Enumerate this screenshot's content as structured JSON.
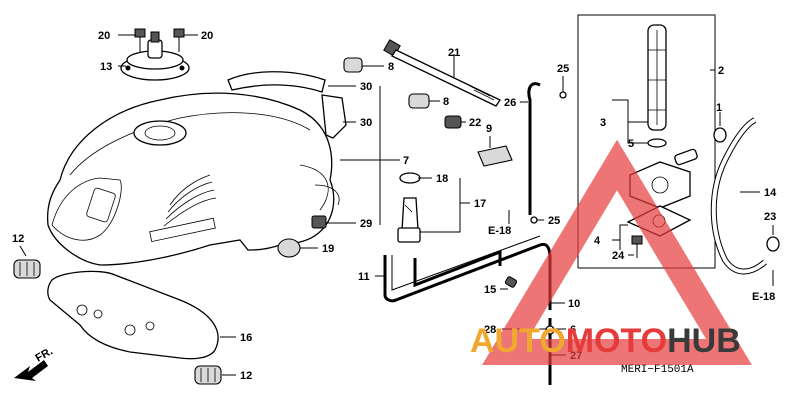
{
  "callouts": {
    "c1": "1",
    "c2": "2",
    "c3": "3",
    "c4": "4",
    "c5": "5",
    "c6": "6",
    "c7": "7",
    "c8a": "8",
    "c8b": "8",
    "c9": "9",
    "c10": "10",
    "c11": "11",
    "c12a": "12",
    "c12b": "12",
    "c13": "13",
    "c14": "14",
    "c15": "15",
    "c16": "16",
    "c17": "17",
    "c18": "18",
    "c19": "19",
    "c20a": "20",
    "c20b": "20",
    "c21": "21",
    "c22": "22",
    "c23": "23",
    "c24": "24",
    "c25a": "25",
    "c25b": "25",
    "c26": "26",
    "c27": "27",
    "c28": "28",
    "c29": "29",
    "c30a": "30",
    "c30b": "30"
  },
  "refs": {
    "e18_left": "E-18",
    "e18_right": "E-18",
    "front": "FR."
  },
  "diagram_code": "MERI−F1501A",
  "watermark": {
    "auto": "AUTO",
    "moto": "MOTO",
    "hub": "HUB"
  },
  "colors": {
    "watermark_red": "#e53b3b",
    "watermark_orange": "#f0a830",
    "watermark_gray": "#3a3a3a"
  }
}
